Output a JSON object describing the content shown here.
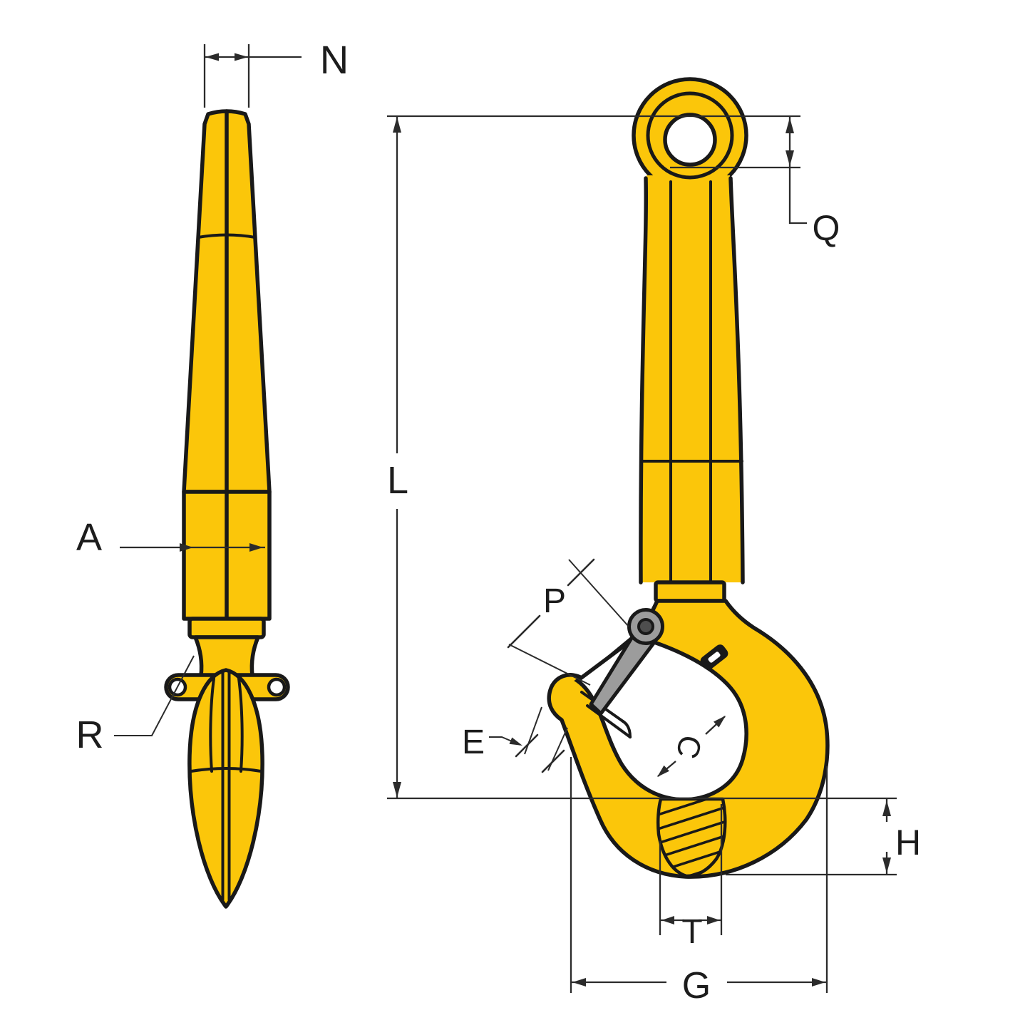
{
  "drawing": {
    "title": "shank-hook-dimension-diagram",
    "views": {
      "side_view": "hook-side-profile",
      "front_view": "hook-front-profile"
    },
    "labels": {
      "shank_tip_width": "N",
      "eye_hole_height": "Q",
      "overall_length": "L",
      "shank_diameter": "A",
      "fillet_radius": "R",
      "latch_gap": "P",
      "tip_thickness": "E",
      "throat_opening": "C",
      "bottom_clearance": "H",
      "section_width": "T",
      "hook_depth": "G"
    },
    "colors": {
      "body_yellow": "#FBC60A",
      "outline_black": "#191919",
      "latch_gray": "#9C9C9C",
      "latch_hub_gray": "#4E4E4E",
      "dimension_gray": "#2B2B2B",
      "background": "#FFFFFF"
    }
  }
}
